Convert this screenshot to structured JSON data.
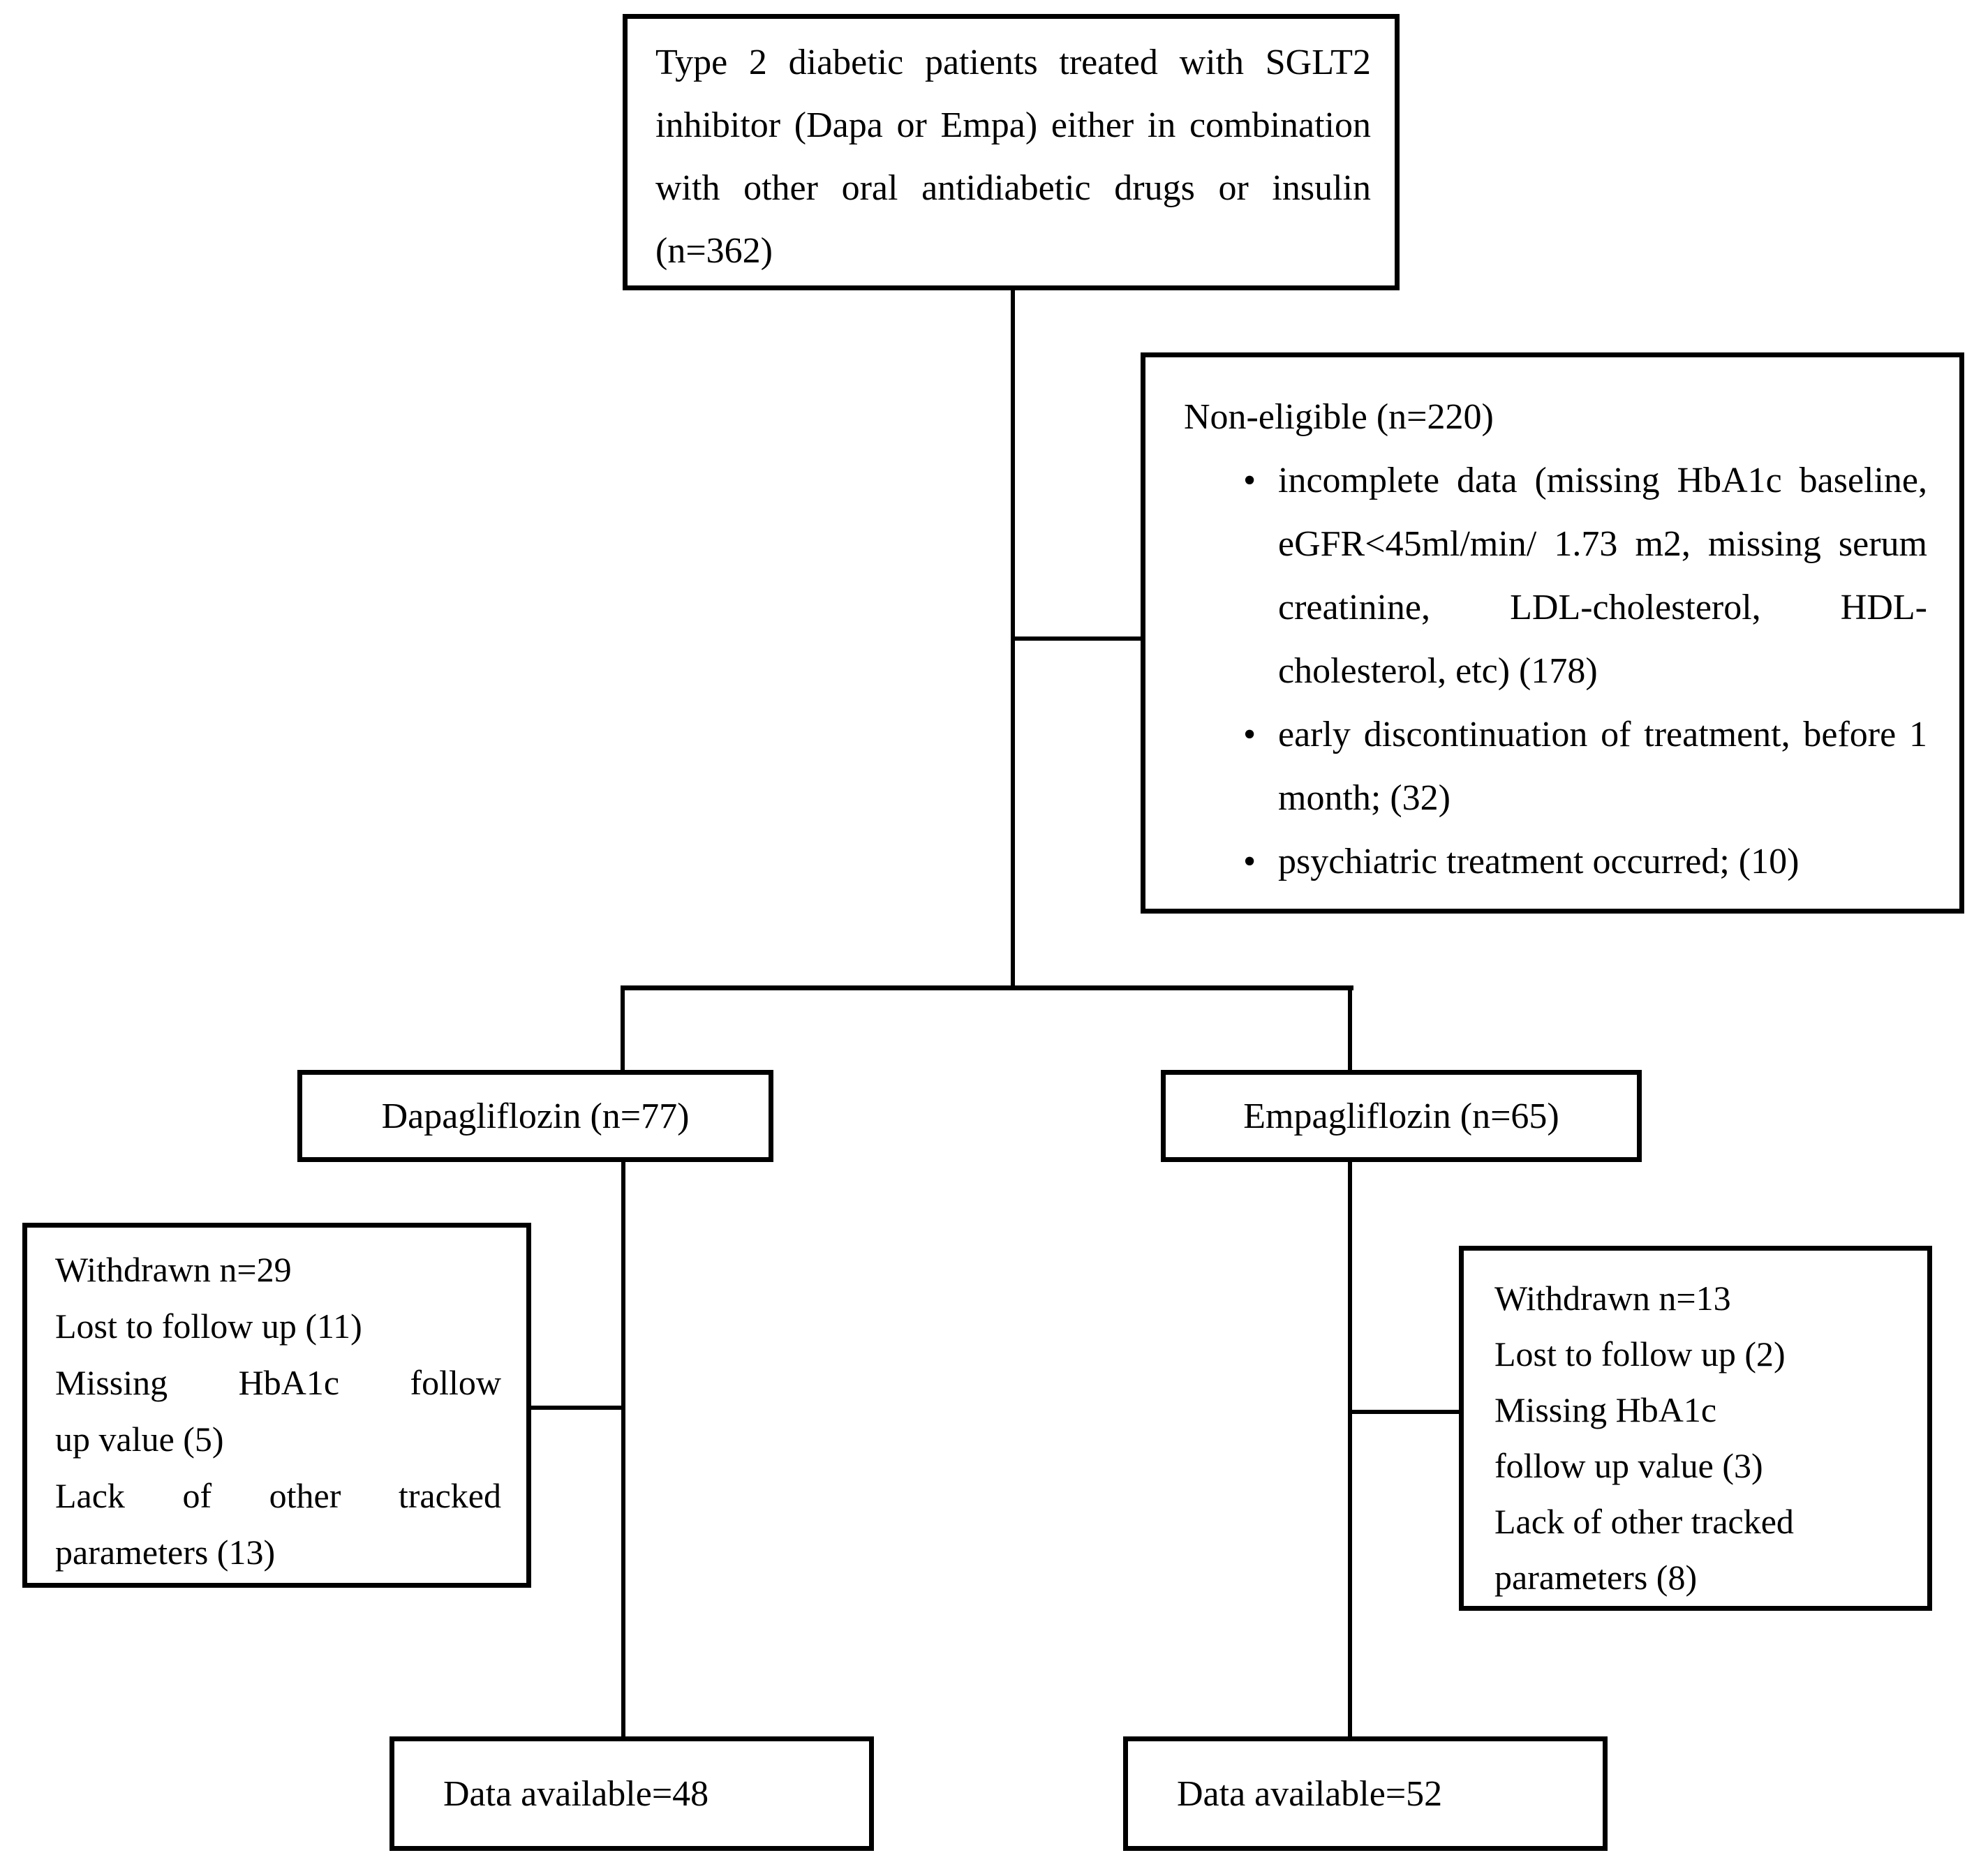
{
  "figure": {
    "background": "#ffffff",
    "line_color": "#000000",
    "text_color": "#000000",
    "bullet_glyph": "•",
    "boxes": {
      "population": {
        "text": "Type 2 diabetic patients treated with SGLT2 inhibitor (Dapa or Empa) either in combination with other oral antidiabetic drugs or insulin (n=362)"
      },
      "non_eligible": {
        "title": "Non-eligible (n=220)",
        "bullets": [
          "incomplete data (missing HbA1c baseline, eGFR<45ml/min/ 1.73 m2, missing serum creatinine, LDL-cholesterol, HDL-cholesterol, etc) (178)",
          "early discontinuation of treatment, before 1 month; (32)",
          "psychiatric treatment occurred; (10)"
        ]
      },
      "dapagliflozin": {
        "text": "Dapagliflozin (n=77)"
      },
      "empagliflozin": {
        "text": "Empagliflozin (n=65)"
      },
      "withdrawn_dapa": {
        "lines": [
          "Withdrawn n=29",
          "Lost to follow up (11)",
          "Missing HbA1c follow",
          "up value (5)",
          "Lack of other tracked",
          "parameters (13)"
        ]
      },
      "withdrawn_empa": {
        "lines": [
          "Withdrawn n=13",
          "Lost to follow up (2)",
          "Missing HbA1c",
          "follow up value (3)",
          "Lack of other tracked",
          "parameters (8)"
        ]
      },
      "data_available_dapa": {
        "text": "Data available=48"
      },
      "data_available_empa": {
        "text": "Data available=52"
      }
    }
  }
}
